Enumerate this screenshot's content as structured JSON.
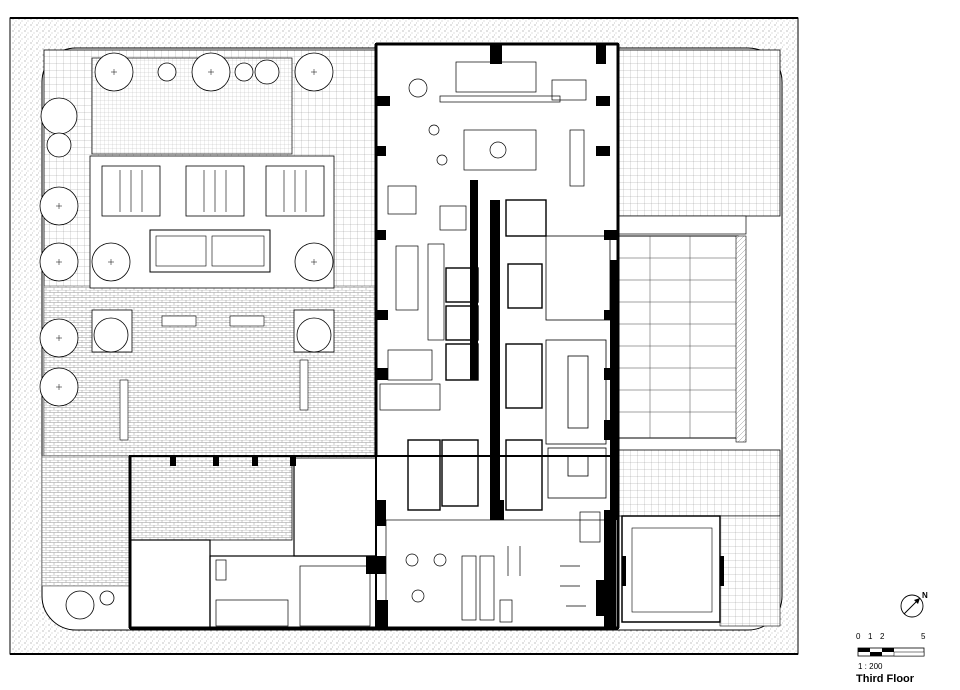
{
  "drawing": {
    "title": "Third Floor",
    "scale_text": "1 : 200",
    "scale_ticks": [
      "0",
      "1",
      "2",
      "5"
    ],
    "north_label": "N"
  }
}
